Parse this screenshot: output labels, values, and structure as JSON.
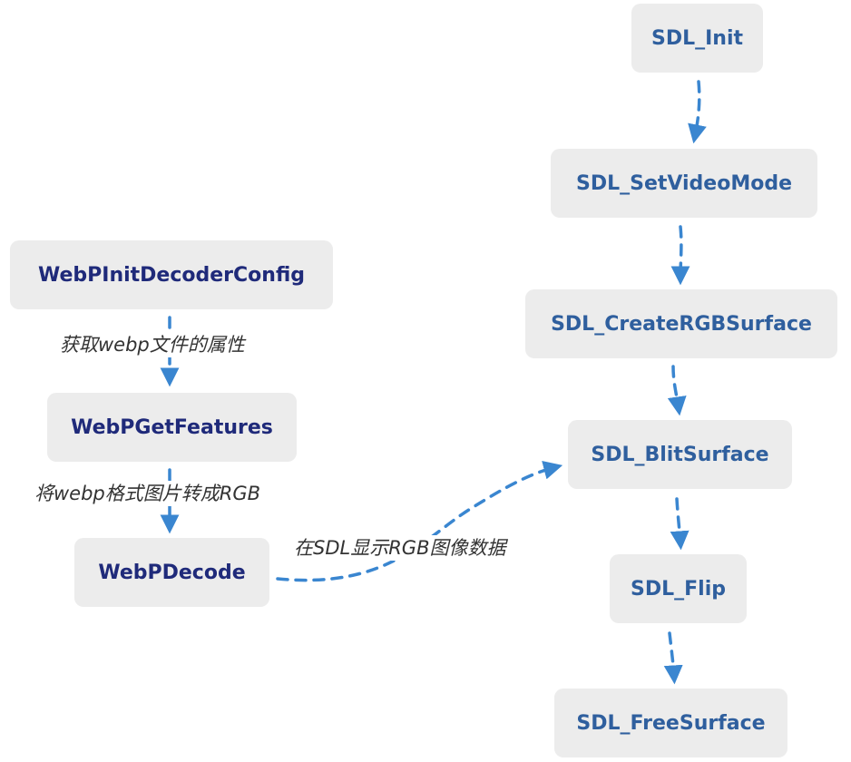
{
  "diagram": {
    "accent_color": "#3a86d0",
    "node_fill": "#ececec",
    "webp_text_color": "#1f2a7a",
    "sdl_text_color": "#2f5f9e",
    "nodes": {
      "webp_init_decoder_config": "WebPInitDecoderConfig",
      "webp_get_features": "WebPGetFeatures",
      "webp_decode": "WebPDecode",
      "sdl_init": "SDL_Init",
      "sdl_set_video_mode": "SDL_SetVideoMode",
      "sdl_create_rgb_surface": "SDL_CreateRGBSurface",
      "sdl_blit_surface": "SDL_BlitSurface",
      "sdl_flip": "SDL_Flip",
      "sdl_free_surface": "SDL_FreeSurface"
    },
    "edge_labels": {
      "get_features": "获取webp文件的属性",
      "decode": "将webp格式图片转成RGB",
      "display": "在SDL显示RGB图像数据"
    }
  }
}
